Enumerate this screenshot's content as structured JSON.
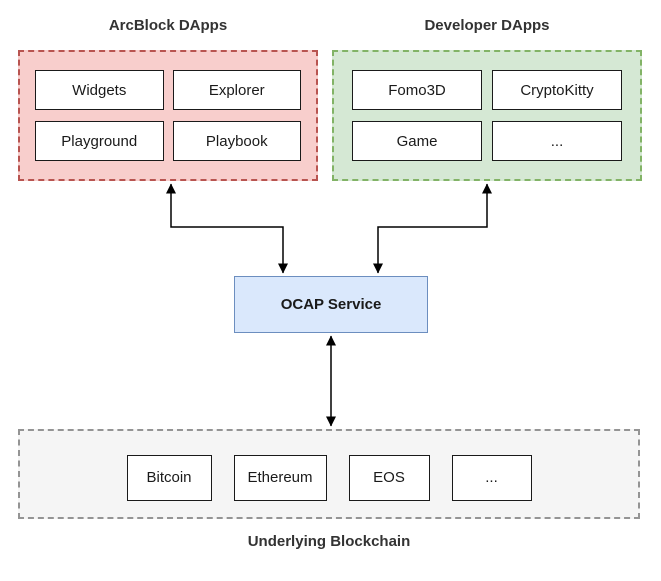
{
  "diagram": {
    "groups": [
      {
        "title": "ArcBlock DApps",
        "items": [
          "Widgets",
          "Explorer",
          "Playground",
          "Playbook"
        ],
        "fill": "#f8cecc",
        "border_color": "#b85450"
      },
      {
        "title": "Developer DApps",
        "items": [
          "Fomo3D",
          "CryptoKitty",
          "Game",
          "..."
        ],
        "fill": "#d5e8d4",
        "border_color": "#82b366"
      }
    ],
    "service": {
      "label": "OCAP Service",
      "fill": "#dae8fc",
      "border_color": "#6c8ebf"
    },
    "blockchain": {
      "title": "Underlying Blockchain",
      "items": [
        "Bitcoin",
        "Ethereum",
        "EOS",
        "..."
      ],
      "fill": "#f5f5f5",
      "border_color": "#949494"
    },
    "arrow_color": "#000000"
  }
}
